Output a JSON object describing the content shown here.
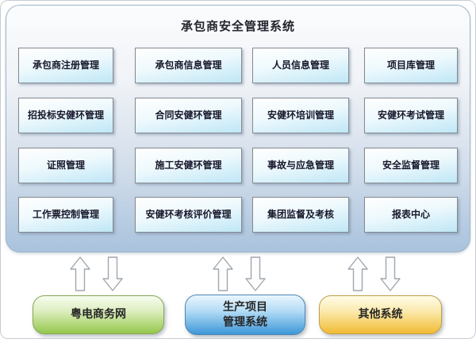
{
  "panel": {
    "title": "承包商安全管理系统"
  },
  "modules": [
    "承包商注册管理",
    "承包商信息管理",
    "人员信息管理",
    "项目库管理",
    "招投标安健环管理",
    "合同安健环管理",
    "安健环培训管理",
    "安健环考试管理",
    "证照管理",
    "施工安健环管理",
    "事故与应急管理",
    "安全监督管理",
    "工作票控制管理",
    "安健环考核评价管理",
    "集团监督及考核",
    "报表中心"
  ],
  "external_systems": [
    {
      "label": "粤电商务网",
      "color": "#94c84b"
    },
    {
      "label": "生产项目\n管理系统",
      "color": "#3d97d9"
    },
    {
      "label": "其他系统",
      "color": "#f1bb34"
    }
  ],
  "icons": {
    "up_arrow": "hollow-block-arrow-up",
    "down_arrow": "hollow-block-arrow-down"
  },
  "colors": {
    "panel_bottom": "#a9c3dd",
    "module_gradient_bottom": "#bfe7f6",
    "module_border": "#85898f",
    "arrow_stroke": "#a0a7ae"
  }
}
